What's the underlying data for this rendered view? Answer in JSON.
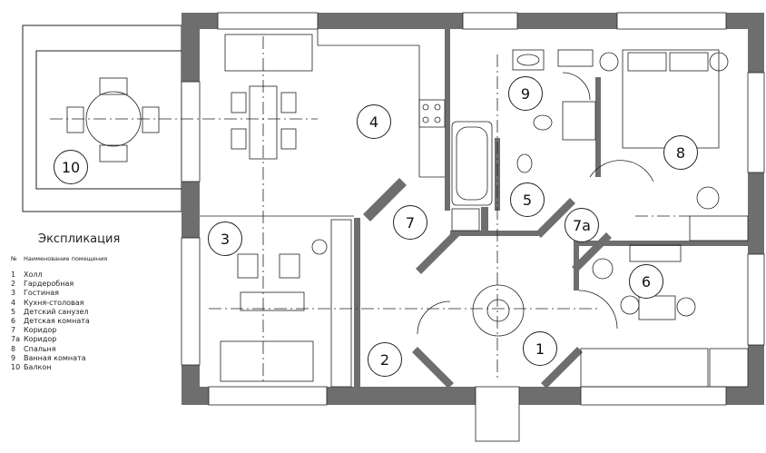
{
  "legend": {
    "title": "Экспликация",
    "header_num": "№",
    "header_name": "Наименование помещения",
    "rows": [
      {
        "num": "1",
        "name": "Холл"
      },
      {
        "num": "2",
        "name": "Гардеробная"
      },
      {
        "num": "3",
        "name": "Гостиная"
      },
      {
        "num": "4",
        "name": "Кухня-столовая"
      },
      {
        "num": "5",
        "name": "Детский санузел"
      },
      {
        "num": "6",
        "name": "Детская комната"
      },
      {
        "num": "7",
        "name": "Коридор"
      },
      {
        "num": "7а",
        "name": "Коридор"
      },
      {
        "num": "8",
        "name": "Спальня"
      },
      {
        "num": "9",
        "name": "Ванная комната"
      },
      {
        "num": "10",
        "name": "Балкон"
      }
    ]
  },
  "room_labels": [
    "1",
    "2",
    "3",
    "4",
    "5",
    "6",
    "7",
    "7а",
    "8",
    "9",
    "10"
  ],
  "colors": {
    "wall": "#6e6e6e",
    "line": "#222222"
  }
}
